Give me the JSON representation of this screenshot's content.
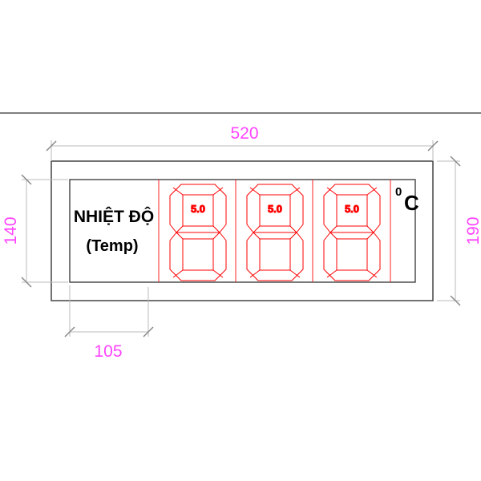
{
  "drawing": {
    "label_line1": "NHIỆT ĐỘ",
    "label_line2": "(Temp)",
    "unit_degree": "0",
    "unit_letter": "C",
    "digits": [
      {
        "value": "5.0"
      },
      {
        "value": "5.0"
      },
      {
        "value": "5.0"
      }
    ],
    "dimensions": {
      "overall_width": "520",
      "overall_height": "190",
      "panel_height": "140",
      "label_width": "105"
    },
    "colors": {
      "dimension": "#ff44ff",
      "digit": "#ff0000",
      "outline": "#333333",
      "extension": "#bbbbbb"
    }
  }
}
